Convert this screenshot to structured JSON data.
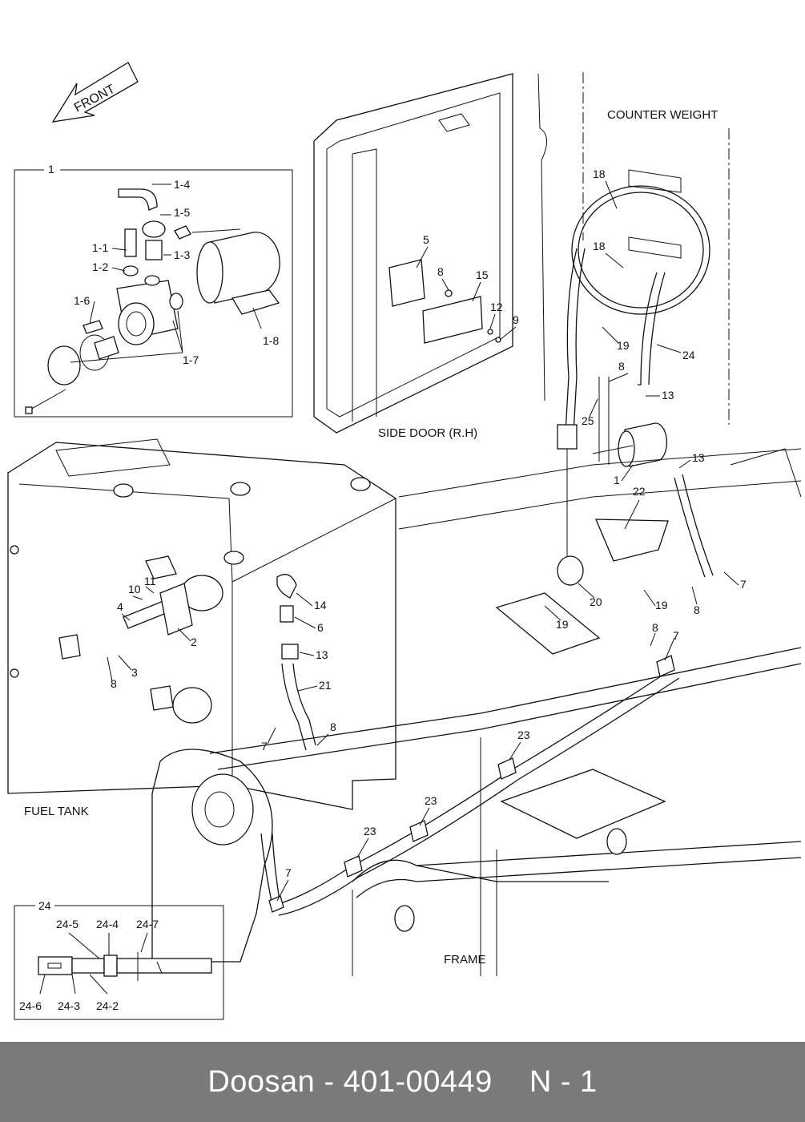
{
  "direction_arrow": {
    "label": "FRONT"
  },
  "region_labels": {
    "counter_weight": "COUNTER WEIGHT",
    "side_door": "SIDE DOOR (R.H)",
    "fuel_tank": "FUEL TANK",
    "frame": "FRAME"
  },
  "detail_boxes": {
    "pump_assembly": {
      "title": "1",
      "callouts": [
        "1-1",
        "1-2",
        "1-3",
        "1-4",
        "1-5",
        "1-6",
        "1-7",
        "1-8"
      ]
    },
    "hose_assembly": {
      "title": "24",
      "callouts": [
        "24-2",
        "24-3",
        "24-4",
        "24-5",
        "24-6",
        "24-7"
      ]
    }
  },
  "callouts": {
    "c1": "1",
    "c2": "2",
    "c3": "3",
    "c4": "4",
    "c5": "5",
    "c6": "6",
    "c7a": "7",
    "c7b": "7",
    "c7c": "7",
    "c7d": "7",
    "c8a": "8",
    "c8b": "8",
    "c8c": "8",
    "c8d": "8",
    "c8e": "8",
    "c8f": "8",
    "c9": "9",
    "c10": "10",
    "c11": "11",
    "c12": "12",
    "c13a": "13",
    "c13b": "13",
    "c13c": "13",
    "c14": "14",
    "c15": "15",
    "c18a": "18",
    "c18b": "18",
    "c19a": "19",
    "c19b": "19",
    "c19c": "19",
    "c20": "20",
    "c21": "21",
    "c22": "22",
    "c23a": "23",
    "c23b": "23",
    "c23c": "23",
    "c24": "24",
    "c25": "25"
  },
  "footer": {
    "brand": "Doosan",
    "separator": "-",
    "part_number": "401-00449",
    "page": "N - 1"
  }
}
